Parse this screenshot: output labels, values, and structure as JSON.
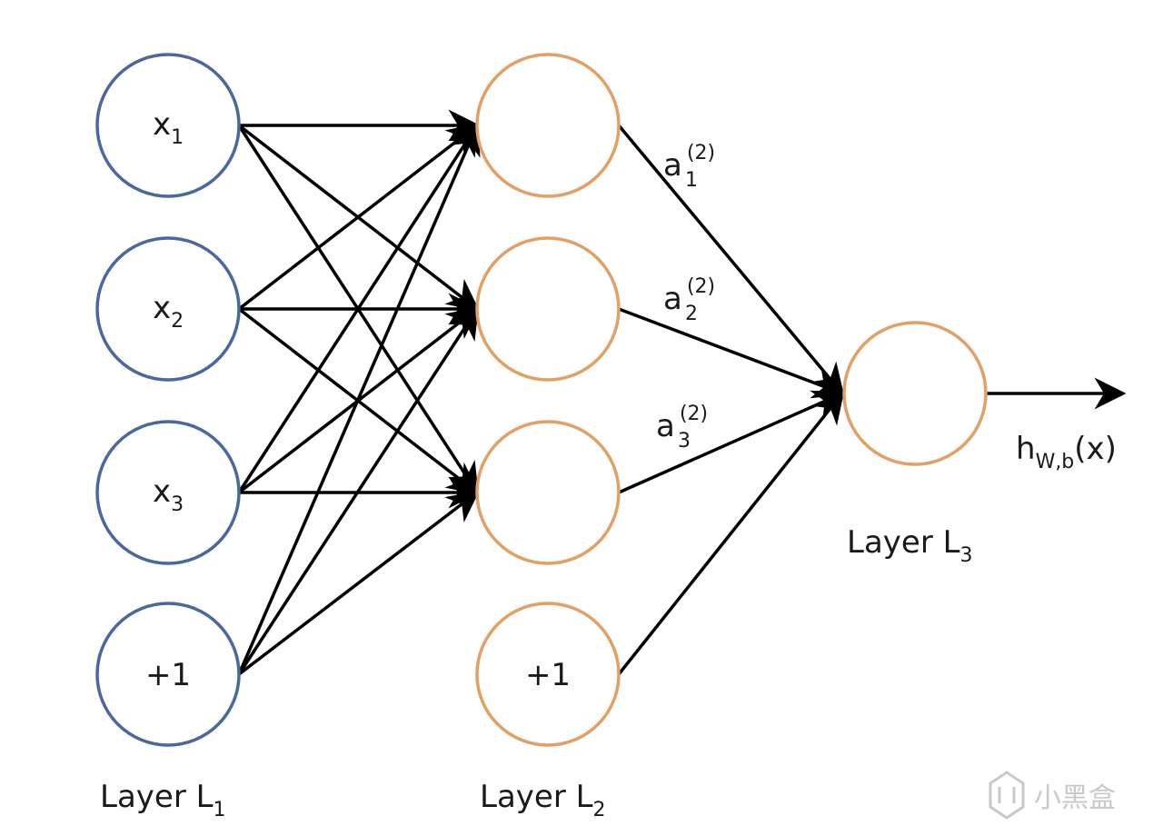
{
  "colors": {
    "input_stroke": "#4a68a0",
    "hidden_stroke": "#e2a064",
    "edge": "#000000",
    "text": "#1a1a1a",
    "watermark": "#c9c9c9"
  },
  "layers": {
    "l1": {
      "label": "Layer L",
      "sub": "1"
    },
    "l2": {
      "label": "Layer L",
      "sub": "2"
    },
    "l3": {
      "label": "Layer L",
      "sub": "3"
    }
  },
  "input_nodes": [
    {
      "main": "x",
      "sub": "1"
    },
    {
      "main": "x",
      "sub": "2"
    },
    {
      "main": "x",
      "sub": "3"
    },
    {
      "main": "+1",
      "sub": ""
    }
  ],
  "hidden_nodes": [
    {
      "main": "",
      "sub": ""
    },
    {
      "main": "",
      "sub": ""
    },
    {
      "main": "",
      "sub": ""
    },
    {
      "main": "+1",
      "sub": ""
    }
  ],
  "activations": [
    {
      "main": "a",
      "sup": "(2)",
      "sub": "1"
    },
    {
      "main": "a",
      "sup": "(2)",
      "sub": "2"
    },
    {
      "main": "a",
      "sup": "(2)",
      "sub": "3"
    }
  ],
  "output": {
    "main": "h",
    "sub": "W,b",
    "suffix": "(x)"
  },
  "watermark": {
    "text": "小黑盒"
  }
}
